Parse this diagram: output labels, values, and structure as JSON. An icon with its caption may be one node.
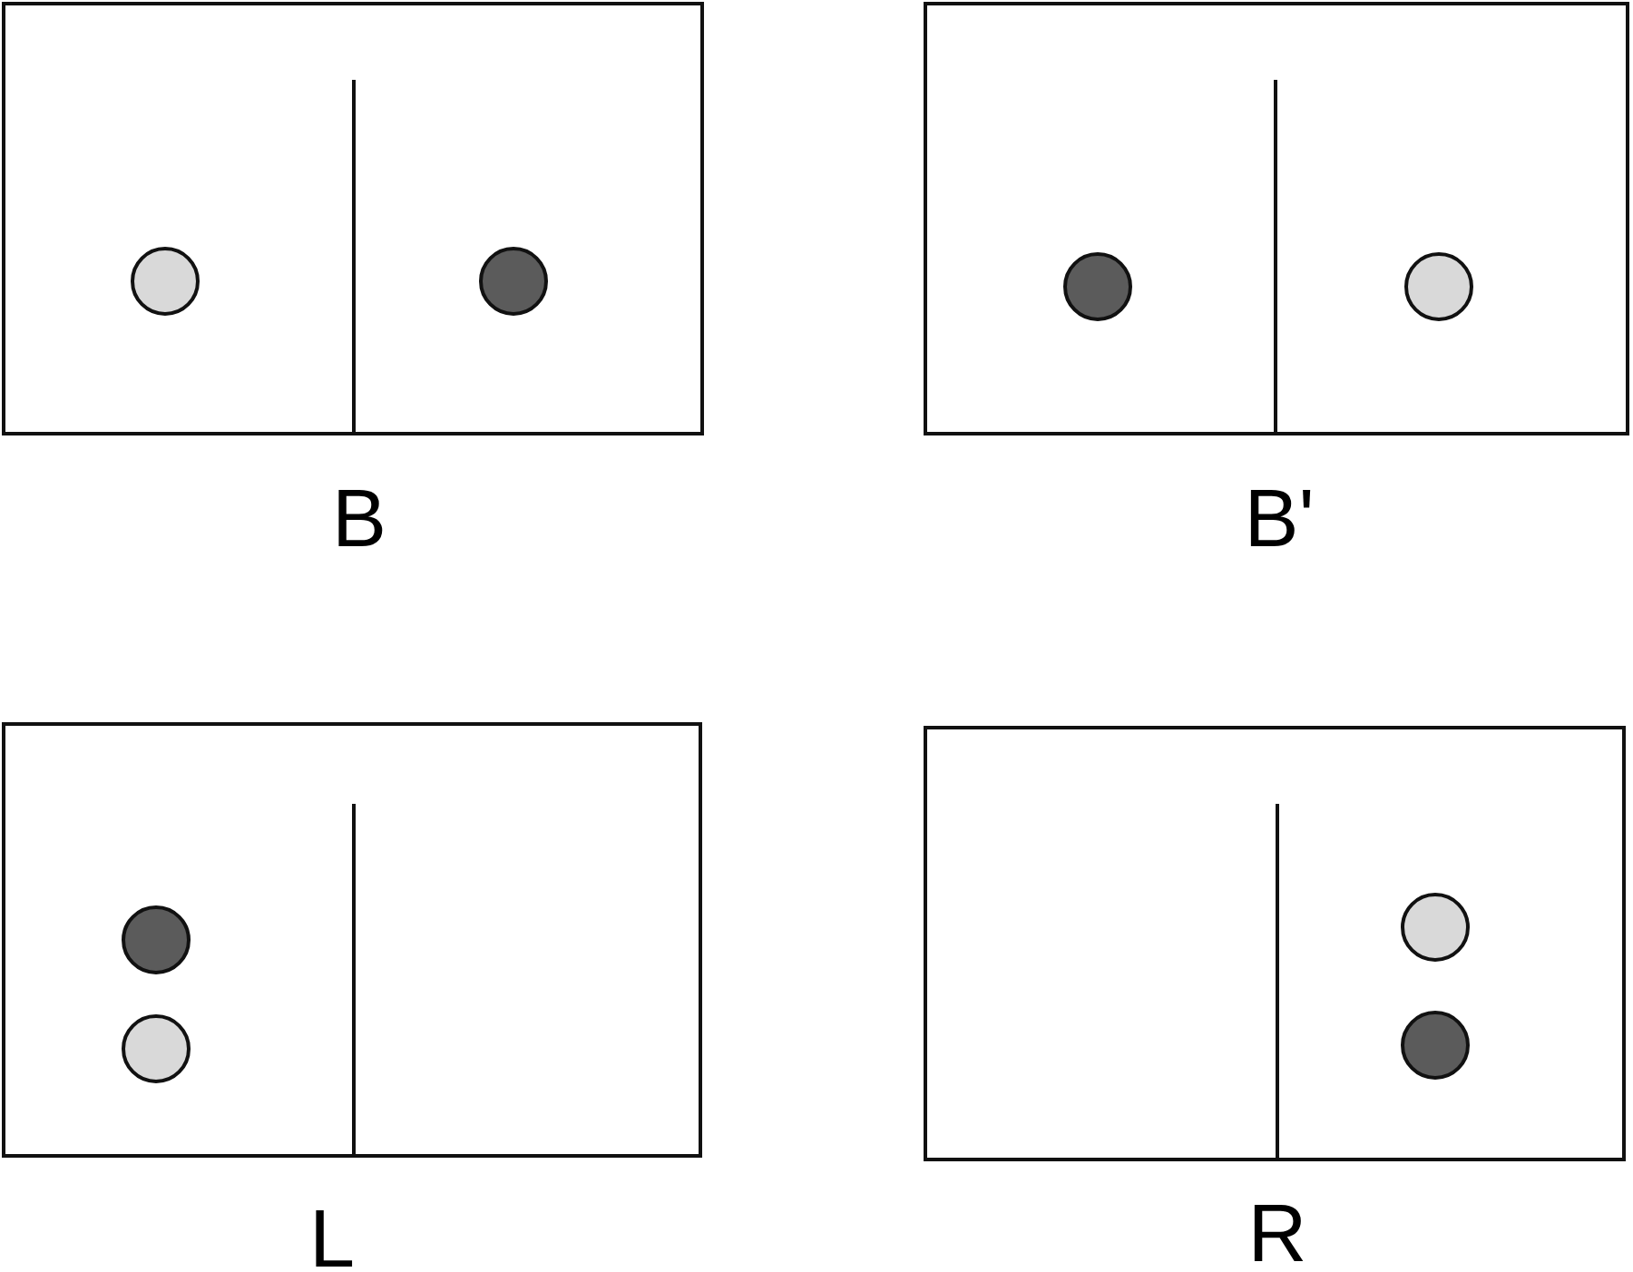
{
  "diagram": {
    "nodes": [
      {
        "text": [
          "B"
        ]
      },
      {
        "text": [],
        "shape": "circle",
        "in": 0
      },
      {
        "text": [],
        "shape": "circle",
        "in": 0
      },
      {
        "text": [
          "B'"
        ]
      },
      {
        "text": [],
        "shape": "circle",
        "in": 3
      },
      {
        "text": [],
        "shape": "circle",
        "in": 3
      },
      {
        "text": [
          "L"
        ]
      },
      {
        "text": [],
        "shape": "circle",
        "in": 6
      },
      {
        "text": [],
        "shape": "circle",
        "in": 6
      },
      {
        "text": [
          "R"
        ]
      },
      {
        "text": [],
        "shape": "circle",
        "in": 9
      },
      {
        "text": [],
        "shape": "circle",
        "in": 9
      }
    ]
  }
}
